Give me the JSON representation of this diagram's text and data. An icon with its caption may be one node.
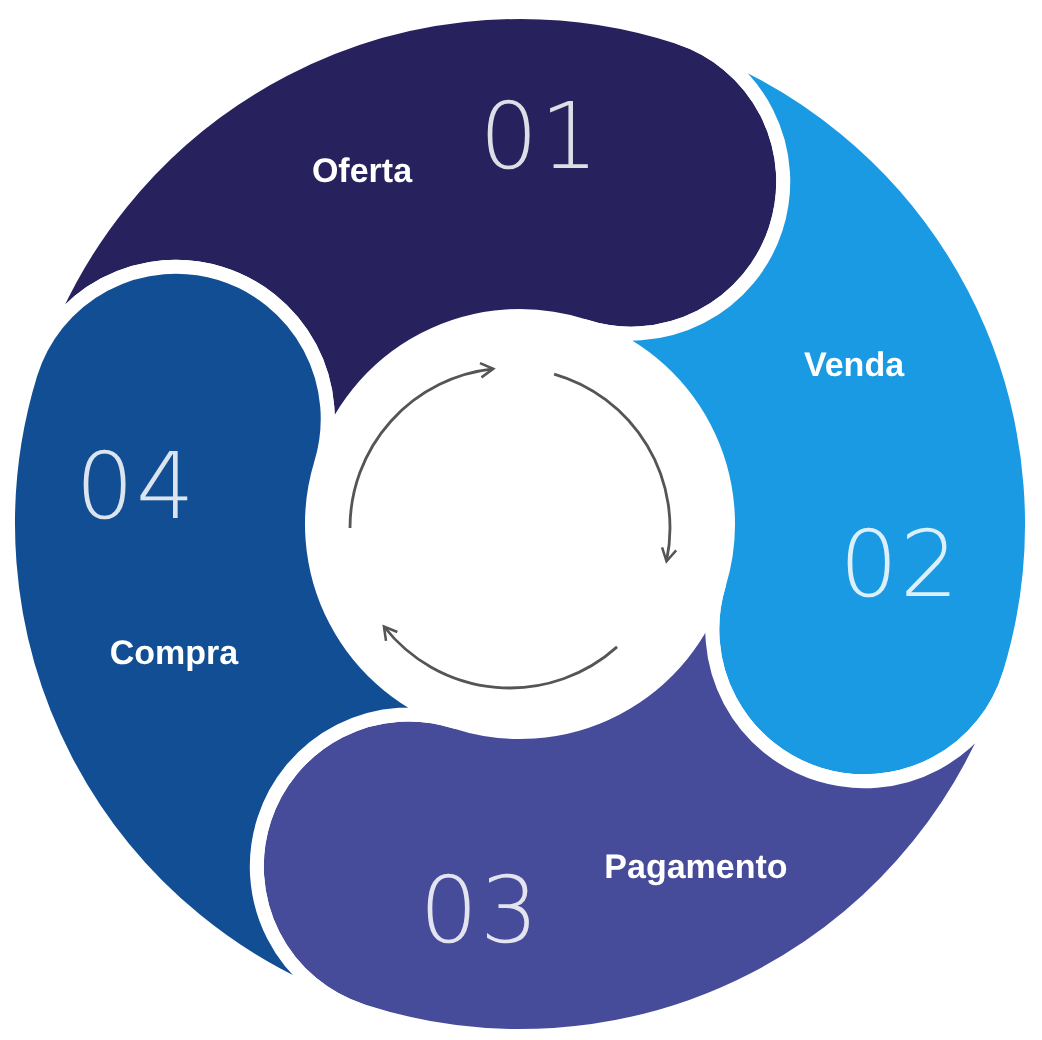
{
  "diagram": {
    "nodes": [
      {
        "text": [
          "01",
          "Oferta"
        ]
      },
      {
        "text": [
          "Venda",
          "02"
        ]
      },
      {
        "text": [
          "Pagamento",
          "03"
        ]
      },
      {
        "text": [
          "04",
          "Compra"
        ]
      }
    ]
  }
}
